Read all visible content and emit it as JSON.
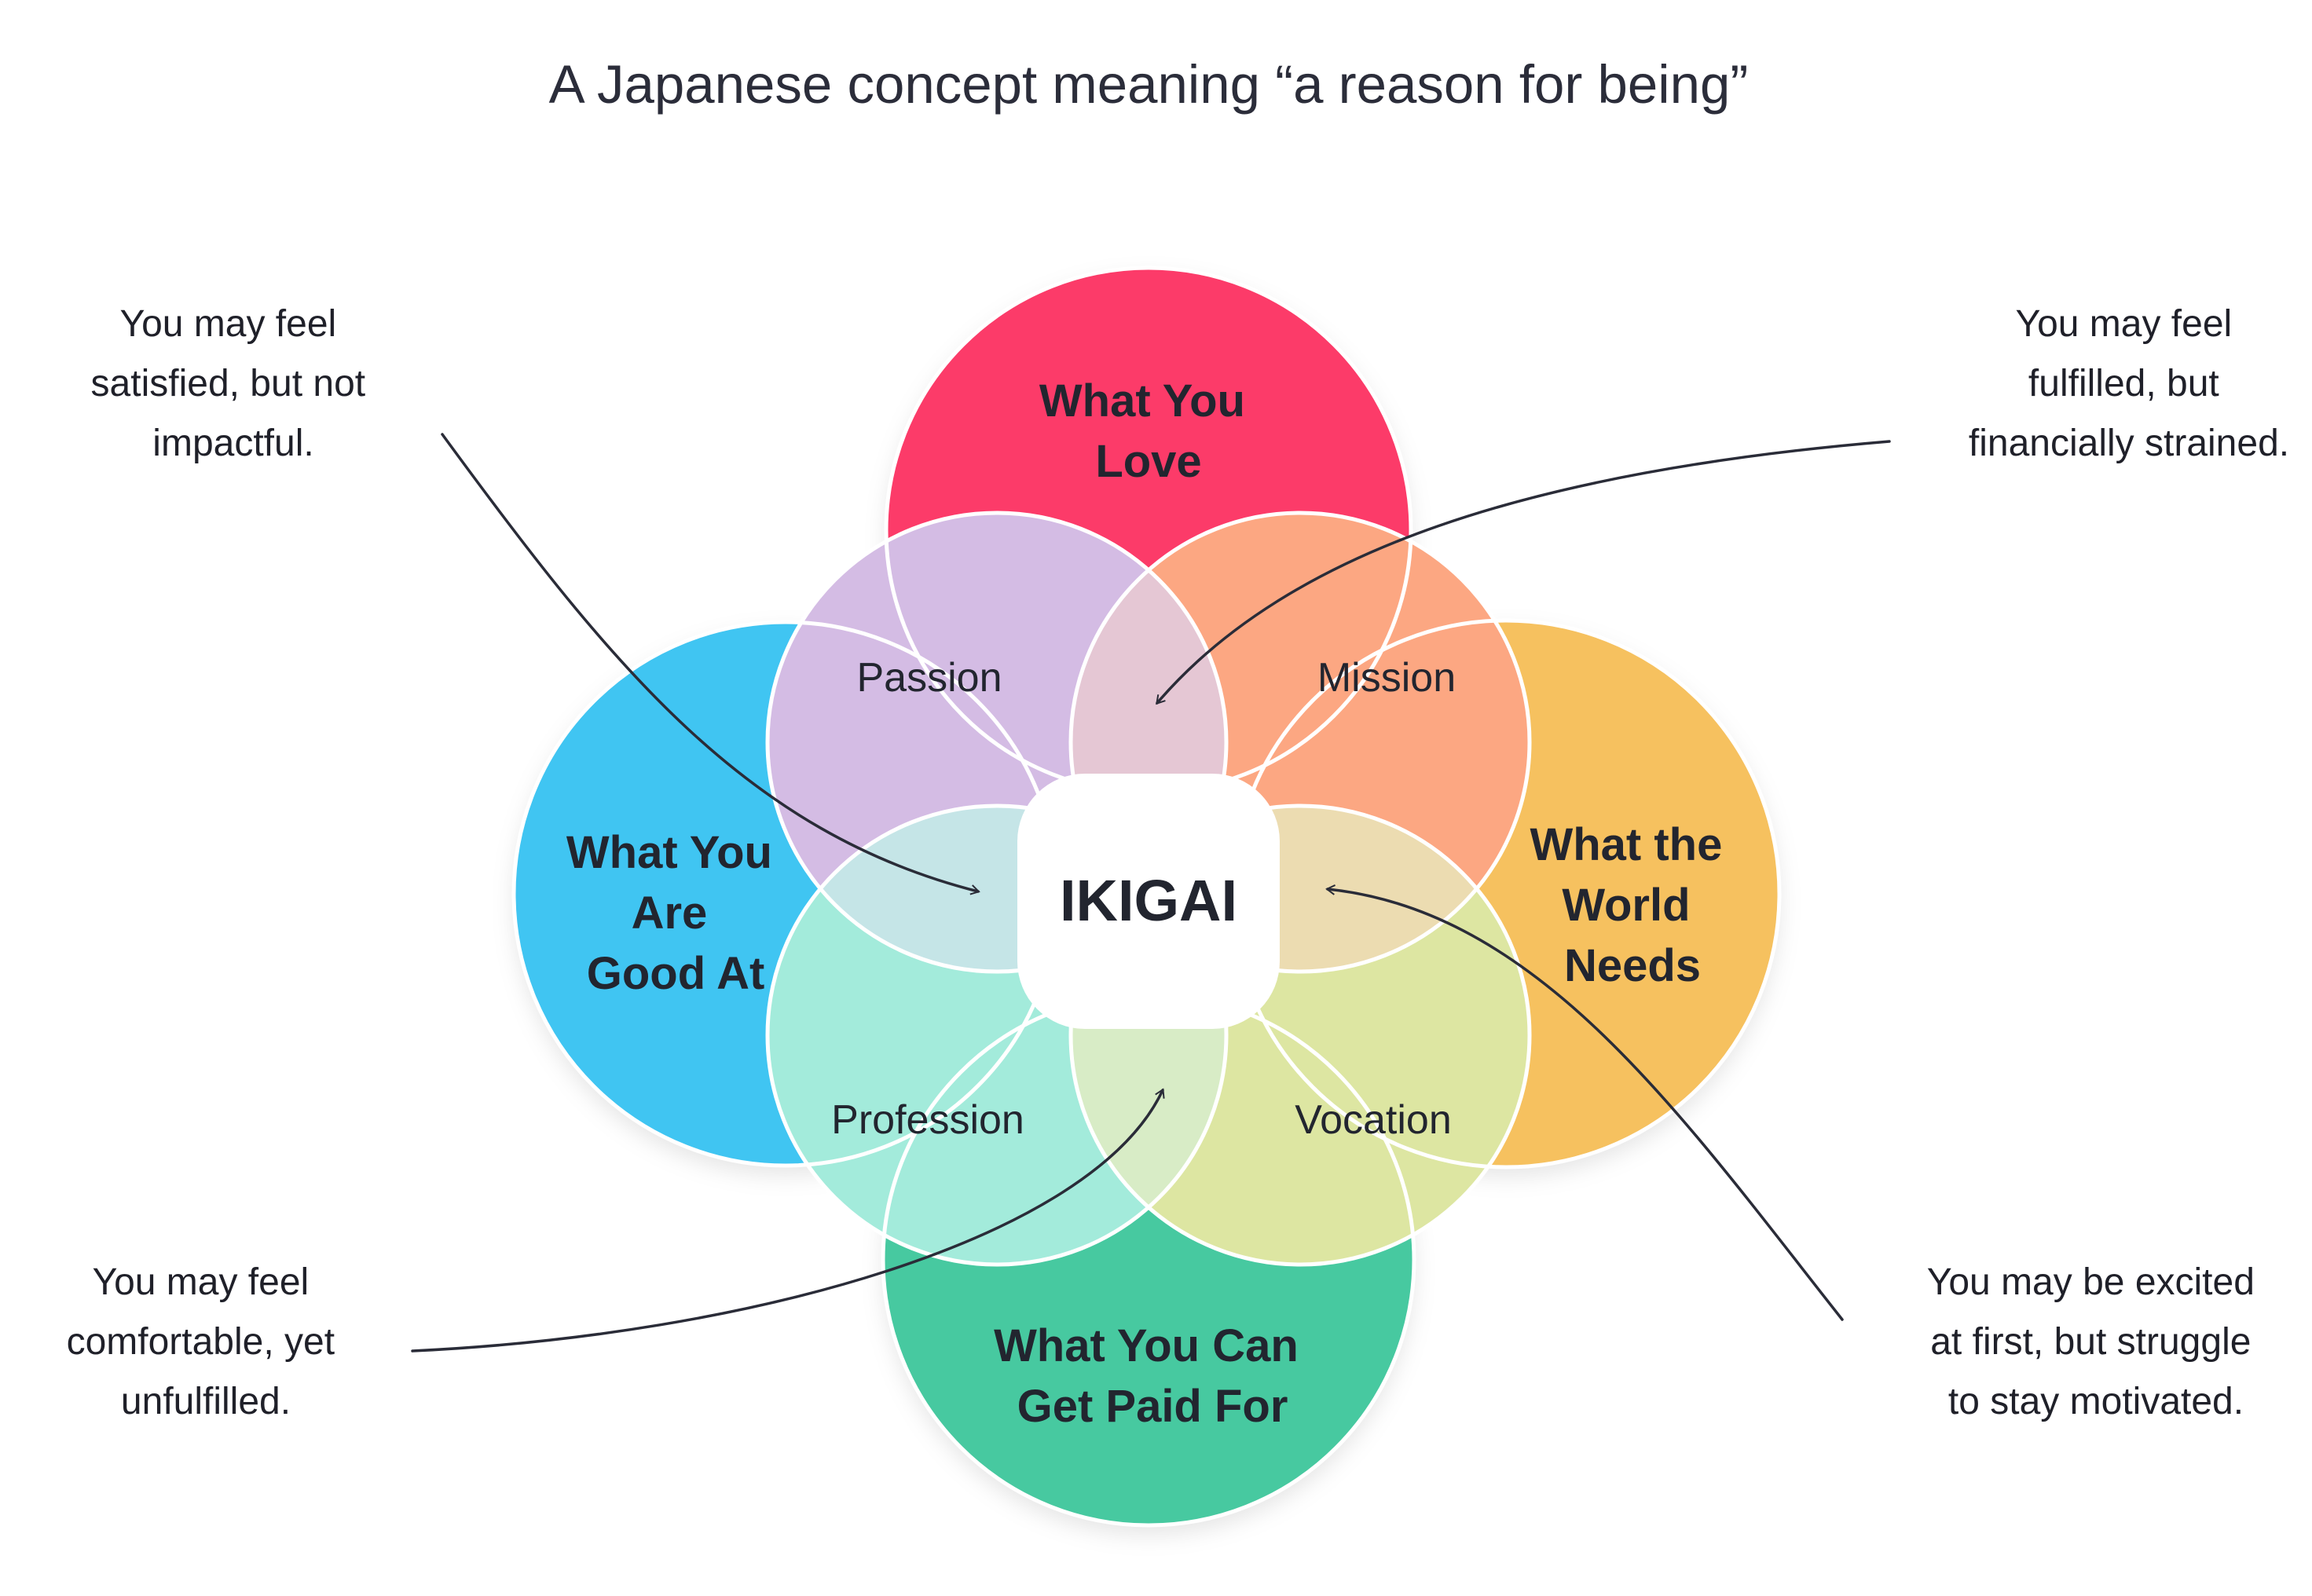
{
  "title": "A Japanese concept meaning “a reason for being”",
  "center": {
    "label": "IKIGAI"
  },
  "circles": {
    "love": {
      "lines": [
        "What You",
        "Love"
      ],
      "color": "#fc3a69"
    },
    "good": {
      "lines": [
        "What You",
        "Are",
        "Good At"
      ],
      "color": "#40c5f2"
    },
    "world": {
      "lines": [
        "What the",
        "World",
        "Needs"
      ],
      "color": "#f6c15f"
    },
    "paid": {
      "lines": [
        "What You Can",
        "Get Paid For"
      ],
      "color": "#47c9a0"
    }
  },
  "regions": {
    "passion": {
      "label": "Passion",
      "color": "#d4bce4"
    },
    "mission": {
      "label": "Mission",
      "color": "#fca782"
    },
    "profession": {
      "label": "Profession",
      "color": "#a3ebdb"
    },
    "vocation": {
      "label": "Vocation",
      "color": "#dde6a2"
    }
  },
  "inner_colors": {
    "top": "#e5c7d4",
    "left": "#c5e5e7",
    "right": "#ecdcb1",
    "bottom": "#d8ecc6"
  },
  "notes": {
    "top_left": {
      "lines": [
        "You may feel",
        "satisfied, but not",
        "impactful."
      ]
    },
    "top_right": {
      "lines": [
        "You may feel",
        "fulfilled, but",
        "financially strained."
      ]
    },
    "bottom_left": {
      "lines": [
        "You may feel",
        "comfortable, yet",
        "unfulfilled."
      ]
    },
    "bottom_right": {
      "lines": [
        "You may be excited",
        "at first, but struggle",
        "to stay motivated."
      ]
    }
  }
}
